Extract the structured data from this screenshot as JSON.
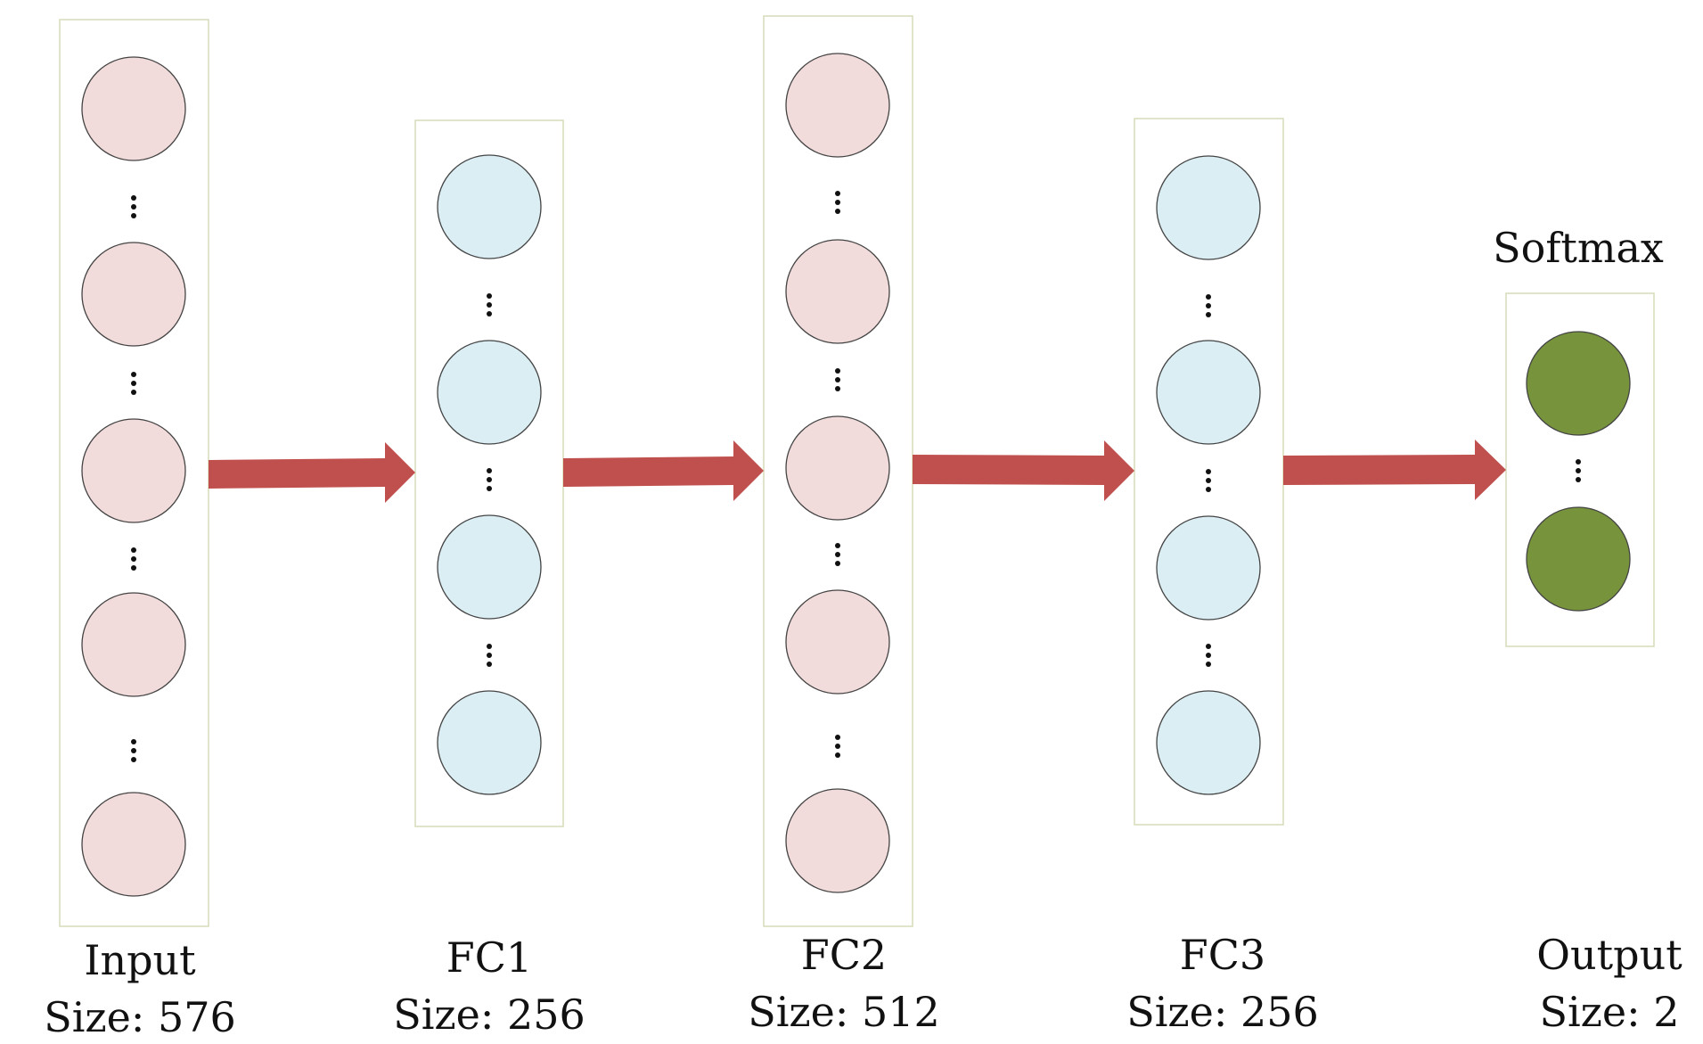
{
  "colors": {
    "input_node": "#f2dcdb",
    "fc1_node": "#dbeef4",
    "fc2_node": "#f2dcdb",
    "fc3_node": "#dbeef4",
    "output_node": "#77933c",
    "layer_border": "#d6dcb8",
    "arrow": "#c0504d",
    "node_stroke": "#444444",
    "dots": "#111111"
  },
  "layers": [
    {
      "id": "input",
      "name": "Input",
      "size": "Size: 576"
    },
    {
      "id": "fc1",
      "name": "FC1",
      "size": "Size: 256"
    },
    {
      "id": "fc2",
      "name": "FC2",
      "size": "Size: 512"
    },
    {
      "id": "fc3",
      "name": "FC3",
      "size": "Size: 256"
    },
    {
      "id": "output",
      "name": "Output",
      "size": "Size: 2",
      "top_label": "Softmax"
    }
  ]
}
